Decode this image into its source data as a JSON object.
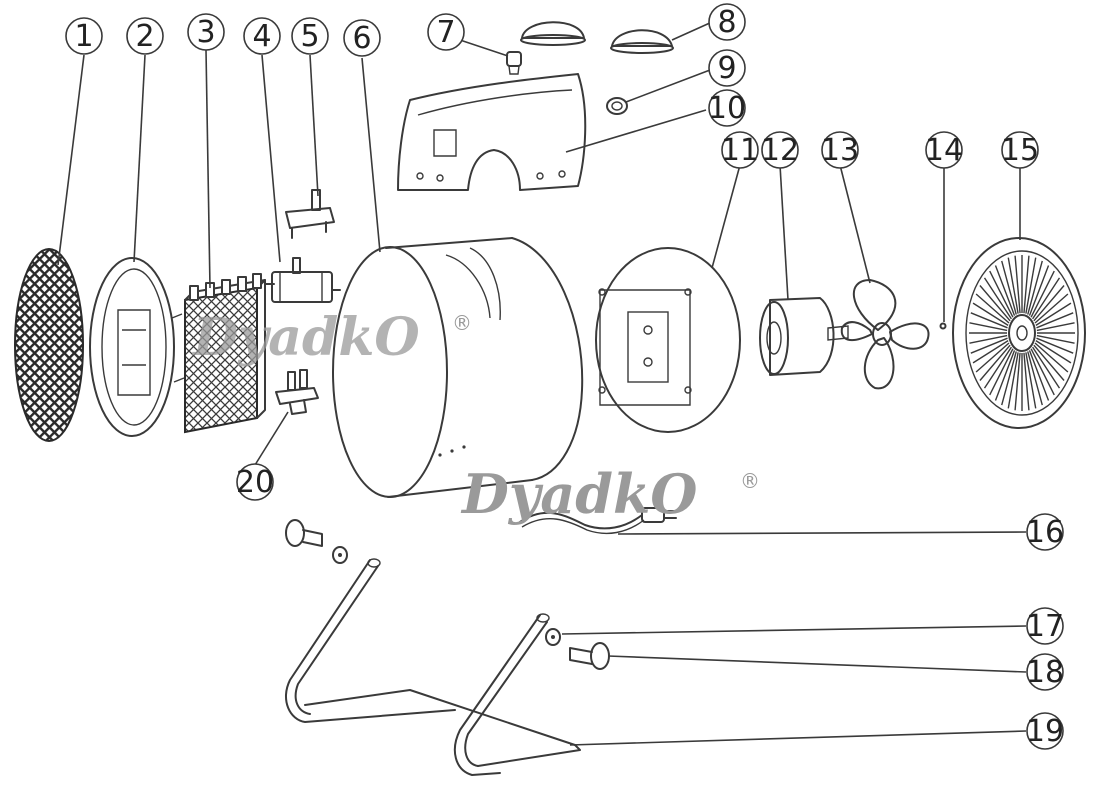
{
  "callouts": [
    "1",
    "2",
    "3",
    "4",
    "5",
    "6",
    "7",
    "8",
    "9",
    "10",
    "11",
    "12",
    "13",
    "14",
    "15",
    "16",
    "17",
    "18",
    "19",
    "20"
  ],
  "watermark": {
    "text": "DyadkO",
    "registered_mark": "®"
  },
  "colors": {
    "line": "#3a3a3a",
    "watermark": "#9a9a9a",
    "background": "#ffffff"
  }
}
